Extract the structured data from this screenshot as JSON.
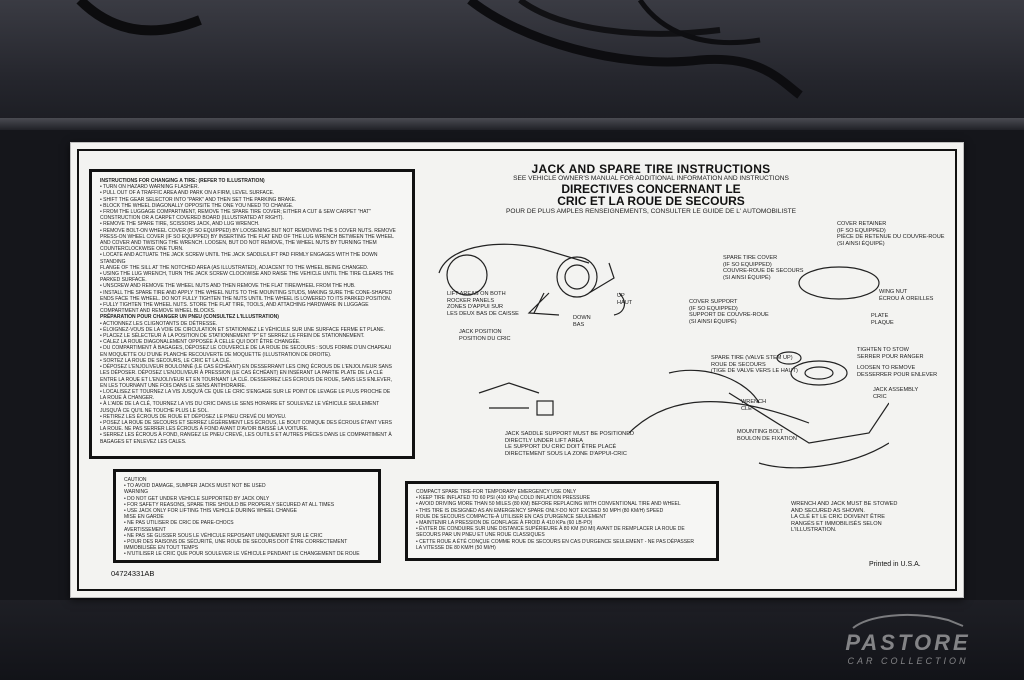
{
  "title": "JACK AND SPARE TIRE INSTRUCTIONS",
  "subtitle": "SEE VEHICLE OWNER'S MANUAL FOR ADDITIONAL INFORMATION AND INSTRUCTIONS",
  "title_fr": "DIRECTIVES CONCERNANT LE\nCRIC ET LA ROUE DE SECOURS",
  "subtitle_fr": "POUR DE PLUS AMPLES RENSEIGNEMENTS, CONSULTER LE GUIDE DE L' AUTOMOBILISTE",
  "instructions_title": "INSTRUCTIONS FOR CHANGING A TIRE: (REFER TO ILLUSTRATION)",
  "instructions_body": "• TURN ON HAZARD WARNING FLASHER.\n• PULL OUT OF A TRAFFIC AREA AND PARK ON A FIRM, LEVEL SURFACE.\n• SHIFT THE GEAR SELECTOR INTO \"PARK\" AND THEN SET THE PARKING BRAKE.\n• BLOCK THE WHEEL DIAGONALLY OPPOSITE THE ONE YOU NEED TO CHANGE.\n• FROM THE LUGGAGE COMPARTMENT, REMOVE THE SPARE TIRE COVER; EITHER A CUT & SEW CARPET \"HAT\"\n  CONSTRUCTION OR A CARPET COVERED BOARD (ILLUSTRATED AT RIGHT).\n• REMOVE THE SPARE TIRE, SCISSORS JACK, AND LUG WRENCH.\n• REMOVE BOLT-ON WHEEL COVER (IF SO EQUIPPED) BY LOOSENING BUT NOT REMOVING THE 5 COVER NUTS. REMOVE\n  PRESS-ON WHEEL COVER (IF SO EQUIPPED) BY INSERTING THE FLAT END OF THE LUG WRENCH BETWEEN THE WHEEL\n  AND COVER AND TWISTING THE WRENCH. LOOSEN, BUT DO NOT REMOVE, THE WHEEL NUTS BY TURNING THEM\n  COUNTERCLOCKWISE ONE TURN.\n• LOCATE AND ACTUATE THE JACK SCREW UNTIL THE JACK SADDLE/LIFT PAD FIRMLY ENGAGES WITH THE DOWN STANDING\n  FLANGE OF THE SILL AT THE NOTCHED AREA (AS ILLUSTRATED), ADJACENT TO THE WHEEL BEING CHANGED.\n• USING THE LUG WRENCH, TURN THE JACK SCREW CLOCKWISE AND RAISE THE VEHICLE UNTIL THE TIRE CLEARS THE\n  PARKED SURFACE.\n• UNSCREW AND REMOVE THE WHEEL NUTS AND THEN REMOVE THE FLAT TIRE/WHEEL FROM THE HUB.\n• INSTALL THE SPARE TIRE AND APPLY THE WHEEL NUTS TO THE MOUNTING STUDS, MAKING SURE THE CONE-SHAPED\n  ENDS FACE THE WHEEL. DO NOT FULLY TIGHTEN THE NUTS UNTIL THE WHEEL IS LOWERED TO ITS PARKED POSITION.\n• FULLY TIGHTEN THE WHEEL NUTS. STORE THE FLAT TIRE, TOOLS, AND ATTACHING HARDWARE IN LUGGAGE\n  COMPARTMENT AND REMOVE WHEEL BLOCKS.",
  "instructions_title_fr": "PRÉPARATION POUR CHANGER UN PNEU (CONSULTEZ L'ILLUSTRATION)",
  "instructions_body_fr": "• ACTIONNEZ LES CLIGNOTANTS DE DÉTRESSE.\n• ÉLOIGNEZ-VOUS DE LA VOIE DE CIRCULATION ET STATIONNEZ LE VÉHICULE SUR UNE SURFACE FERME ET PLANE.\n• PLACEZ LE SÉLECTEUR À LA POSITION DE STATIONNEMENT \"P\" ET SERREZ LE FREIN DE STATIONNEMENT.\n• CALEZ LA ROUE DIAGONALEMENT OPPOSÉE À CELLE QUI DOIT ÊTRE CHANGÉE.\n• DU COMPARTIMENT À BAGAGES, DÉPOSEZ LE COUVERCLE DE LA ROUE DE SECOURS : SOUS FORME D'UN CHAPEAU\n  EN MOQUETTE OU D'UNE PLANCHE RECOUVERTE DE MOQUETTE (ILLUSTRATION DE DROITE).\n• SORTEZ LA ROUE DE SECOURS, LE CRIC ET LA CLÉ.\n• DÉPOSEZ L'ENJOLIVEUR BOULONNÉ (LE CAS ÉCHÉANT) EN DESSERRANT LES CINQ ÉCROUS DE L'ENJOLIVEUR SANS\n  LES DÉPOSER. DÉPOSEZ L'ENJOLIVEUR À PRESSION (LE CAS ÉCHÉANT) EN INSÉRANT LA PARTIE PLATE DE LA CLÉ\n  ENTRE LA ROUE ET L'ENJOLIVEUR ET EN TOURNANT LA CLÉ. DESSERREZ LES ÉCROUS DE ROUE, SANS LES ENLEVER,\n  EN LES TOURNANT UNE FOIS DANS LE SENS ANTIHORAIRE.\n• LOCALISEZ ET TOURNEZ LA VIS JUSQU'À CE QUE LE CRIC S'ENGAGE SUR LE POINT DE LEVAGE LE PLUS PROCHE DE\n  LA ROUE À CHANGER.\n• À L'AIDE DE LA CLÉ, TOURNEZ LA VIS DU CRIC DANS LE SENS HORAIRE ET SOULEVEZ LE VÉHICULE SEULEMENT\n  JUSQU'À CE QU'IL NE TOUCHE PLUS LE SOL.\n• RETIREZ LES ÉCROUS DE ROUE ET DÉPOSEZ LE PNEU CREVÉ DU MOYEU.\n• POSEZ LA ROUE DE SECOURS ET SERREZ LÉGÈREMENT LES ÉCROUS, LE BOUT CONIQUE DES ÉCROUS ÉTANT VERS\n  LA ROUE. NE PAS SERRER LES ÉCROUS À FOND AVANT D'AVOIR BAISSÉ LA VOITURE.\n• SERREZ LES ÉCROUS À FOND, RANGEZ LE PNEU CREVÉ, LES OUTILS ET AUTRES PIÈCES DANS LE COMPARTIMENT À\n  BAGAGES ET ENLEVEZ LES CALES.",
  "caution_body": "CAUTION\n• TO AVOID DAMAGE, SUMPER JACKS MUST NOT BE USED\nWARNING\n• DO NOT GET UNDER VEHICLE SUPPORTED BY JACK ONLY\n• FOR SAFETY REASONS, SPARE TIRE SHOULD BE PROPERLY SECURED AT ALL TIMES\n• USE JACK ONLY FOR LIFTING THIS VEHICLE DURING WHEEL CHANGE\nMISE EN GARDE\n• NE PAS UTILISER DE CRIC DE PARE-CHOCS\nAVERTISSEMENT\n• NE PAS SE GLISSER SOUS LE VÉHICULE REPOSANT UNIQUEMENT SUR LE CRIC\n• POUR DES RAISONS DE SÉCURITÉ, UNE ROUE DE SECOURS DOIT ÊTRE CORRECTEMENT\n  IMMOBILISÉE EN TOUT TEMPS\n• N'UTILISER LE CRIC QUE POUR SOULEVER LE VÉHICULE PENDANT LE CHANGEMENT DE ROUE",
  "compact_body": "COMPACT SPARE TIRE-FOR TEMPORARY EMERGENCY USE ONLY\n• KEEP TIRE INFLATED TO 60 PSI (410 KPa) COLD INFLATION PRESSURE\n• AVOID DRIVING MORE THAN 50 MILES (80 KM) BEFORE REPLACING WITH CONVENTIONAL TIRE AND WHEEL\n• THIS TIRE IS DESIGNED AS AN EMERGENCY SPARE ONLY-DO NOT EXCEED 50 MPH (80 KM/H) SPEED\nROUE DE SECOURS COMPACTE-À UTILISER EN CAS D'URGENCE SEULEMENT\n• MAINTENIR LA PRESSION DE GONFLAGE À FROID À 410 KPa (60 LB-PO)\n• ÉVITER DE CONDUIRE SUR UNE DISTANCE SUPÉRIEURE À 80 KM (50 MI) AVANT DE REMPLACER LA ROUE DE\n  SECOURS PAR UN PNEU ET UNE ROUE CLASSIQUES\n• CETTE ROUE A ÉTÉ CONÇUE COMME ROUE DE SECOURS EN CAS D'URGENCE SEULEMENT - NE PAS DÉPASSER\n  LA VITESSE DE 80 KM/H (50 MI/H)",
  "captions": {
    "lift_areas": "LIFT AREAS ON BOTH\nROCKER PANELS\nZONES D'APPUI SUR\nLES DEUX BAS DE CAISSE",
    "jack_position": "JACK POSITION\nPOSITION DU CRIC",
    "down": "DOWN\nBAS",
    "up": "UP\nHAUT",
    "saddle": "JACK SADDLE SUPPORT MUST BE POSITIONED\nDIRECTLY UNDER LIFT AREA\nLE SUPPORT DU CRIC DOIT ÊTRE PLACÉ\nDIRECTEMENT SOUS LA ZONE D'APPUI-CRIC",
    "cover_retainer": "COVER RETAINER\n(IF SO EQUIPPED)\nPIÈCE DE RETENUE DU COUVRE-ROUE\n(SI AINSI ÉQUIPÉ)",
    "spare_cover": "SPARE TIRE COVER\n(IF SO EQUIPPED)\nCOUVRE-ROUE DE SECOURS\n(SI AINSI ÉQUIPÉ)",
    "wing_nut": "WING NUT\nÉCROU À OREILLES",
    "cover_support": "COVER SUPPORT\n(IF SO EQUIPPED)\nSUPPORT DE COUVRE-ROUE\n(SI AINSI ÉQUIPÉ)",
    "plate": "PLATE\nPLAQUE",
    "tighten": "TIGHTEN TO STOW\nSERRER POUR RANGER",
    "spare_tire": "SPARE TIRE (VALVE STEM UP)\nROUE DE SECOURS\n(TIGE DE VALVE VERS LE HAUT)",
    "loosen": "LOOSEN TO REMOVE\nDESSERRER POUR ENLEVER",
    "jack_assembly": "JACK ASSEMBLY\nCRIC",
    "wrench": "WRENCH\nCLÉ",
    "mounting_bolt": "MOUNTING BOLT\nBOULON DE FIXATION",
    "stowed": "WRENCH AND JACK MUST BE STOWED\nAND SECURED AS SHOWN.\nLA CLÉ ET LE CRIC DOIVENT ÊTRE\nRANGÉS ET IMMOBILISÉS SELON\nL'ILLUSTRATION."
  },
  "part_number": "04724331AB",
  "printed": "Printed in U.S.A.",
  "watermark": {
    "name": "PASTORE",
    "sub": "CAR COLLECTION"
  }
}
